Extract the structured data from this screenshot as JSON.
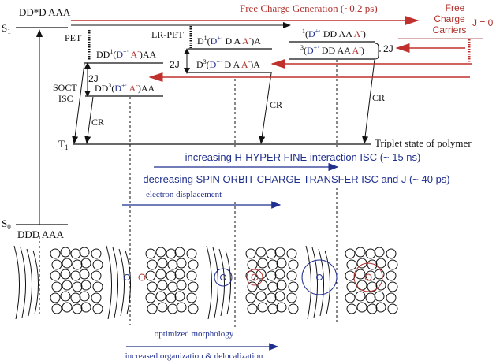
{
  "states": {
    "excited": "DD*D AAA",
    "ground": "DDD AAA",
    "s1": "S",
    "s1_sub": "1",
    "s0": "S",
    "s0_sub": "0",
    "t1": "T",
    "t1_sub": "1",
    "triplet_polymer": "Triplet state of polymer"
  },
  "processes": {
    "pet": "PET",
    "lr_pet": "LR-PET",
    "soct": "SOCT",
    "isc": "ISC",
    "cr": "CR",
    "two_j": "2J",
    "j_zero": "J = 0",
    "free_charge_generation": "Free Charge Generation (~0.2 ps)",
    "free_charge_carriers": [
      "Free",
      "Charge",
      "Carriers"
    ]
  },
  "levels": {
    "dd1": [
      "DD",
      "1",
      "(",
      "D",
      "+·",
      " A",
      "-",
      ")AA"
    ],
    "dd3": [
      "DD",
      "3",
      "(",
      "D",
      "+·",
      " A",
      "-",
      ")AA"
    ],
    "d1": [
      "D",
      "1",
      "(",
      "D",
      "+·",
      " D A ",
      "A",
      "-",
      ")A"
    ],
    "d3": [
      "D",
      "3",
      "(",
      "D",
      "+·",
      " D A ",
      "A",
      "-",
      ")A"
    ],
    "s1cs": [
      "1",
      "(",
      "D",
      "+·",
      " DD AA ",
      "A",
      "-",
      ")"
    ],
    "t1cs": [
      "3",
      "(",
      "D",
      "+·",
      " DD AA ",
      "A",
      "-",
      ")"
    ]
  },
  "trends": {
    "hyperfine": "increasing H-HYPER FINE interaction ISC (~ 15 ns)",
    "spin_orbit": "decreasing SPIN ORBIT CHARGE TRANSFER ISC and J (~ 40 ps)",
    "electron_displacement": "electron displacement",
    "optimized_morphology": "optimized morphology",
    "organization": "increased organization & delocalization"
  },
  "colors": {
    "blue": "#1f2f8f",
    "red": "#b0302c",
    "black": "#111111"
  }
}
